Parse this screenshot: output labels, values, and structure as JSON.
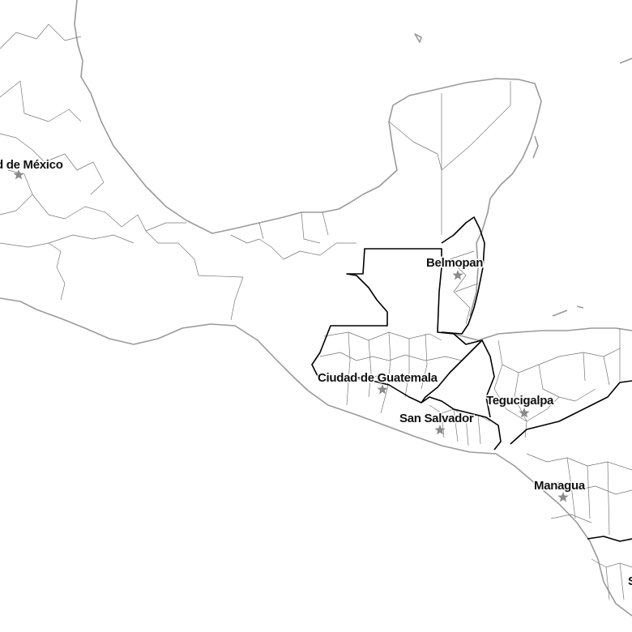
{
  "map": {
    "colors": {
      "coastline": "#9a9a9a",
      "admin_boundary": "#777777",
      "country_border": "#000000",
      "capital_marker": "#8a8a8a",
      "background": "#ffffff"
    },
    "capitals": [
      {
        "id": "mexico",
        "label": "d de México"
      },
      {
        "id": "belmopan",
        "label": "Belmopan"
      },
      {
        "id": "guatemala",
        "label": "Ciudad de Guatemala"
      },
      {
        "id": "tegucigalpa",
        "label": "Tegucigalpa"
      },
      {
        "id": "san-salvador",
        "label": "San Salvador"
      },
      {
        "id": "managua",
        "label": "Managua"
      },
      {
        "id": "sanjose-partial",
        "label": "S"
      }
    ]
  }
}
